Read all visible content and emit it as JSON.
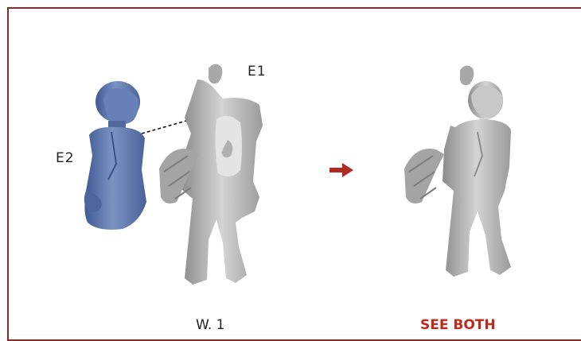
{
  "labels": {
    "part_e1": "E1",
    "part_e2": "E2"
  },
  "bottom": {
    "left_caption": "W. 1",
    "right_caption": "SEE BOTH"
  },
  "colors": {
    "frame": "#8e2a24",
    "arrow": "#b02a22",
    "torso_part": "#5f79ad",
    "body_part": "#b8b8b8",
    "right_caption": "#c0281c"
  },
  "icons": {
    "step_arrow": "right-arrow-icon"
  }
}
